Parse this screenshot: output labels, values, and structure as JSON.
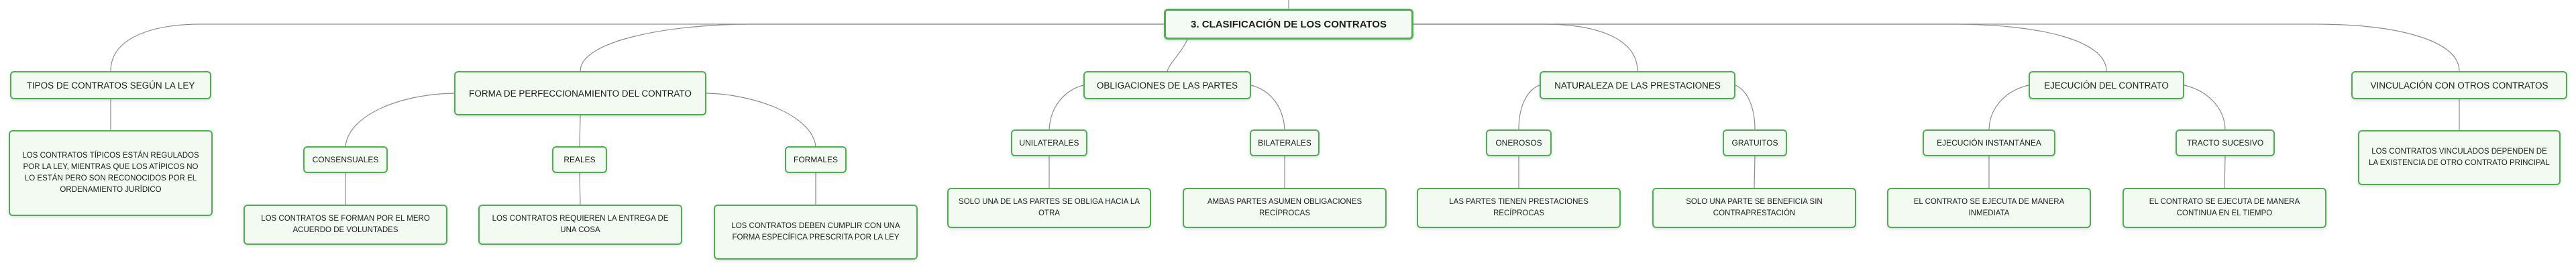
{
  "diagram": {
    "root": "3. CLASIFICACIÓN DE LOS CONTRATOS",
    "branches": [
      {
        "label": "TIPOS DE CONTRATOS SEGÚN LA LEY",
        "leaf": "LOS CONTRATOS TÍPICOS ESTÁN REGULADOS POR LA LEY, MIENTRAS QUE LOS ATÍPICOS NO LO ESTÁN PERO SON RECONOCIDOS POR EL ORDENAMIENTO JURÍDICO"
      },
      {
        "label": "FORMA DE PERFECCIONAMIENTO DEL CONTRATO",
        "children": [
          {
            "label": "CONSENSUALES",
            "leaf": "LOS CONTRATOS SE FORMAN POR EL MERO ACUERDO DE VOLUNTADES"
          },
          {
            "label": "REALES",
            "leaf": "LOS CONTRATOS REQUIEREN LA ENTREGA DE UNA COSA"
          },
          {
            "label": "FORMALES",
            "leaf": "LOS CONTRATOS DEBEN CUMPLIR CON UNA FORMA ESPECÍFICA PRESCRITA POR LA LEY"
          }
        ]
      },
      {
        "label": "OBLIGACIONES DE LAS PARTES",
        "children": [
          {
            "label": "UNILATERALES",
            "leaf": "SOLO UNA DE LAS PARTES SE OBLIGA HACIA LA OTRA"
          },
          {
            "label": "BILATERALES",
            "leaf": "AMBAS PARTES ASUMEN OBLIGACIONES RECÍPROCAS"
          }
        ]
      },
      {
        "label": "NATURALEZA DE LAS PRESTACIONES",
        "children": [
          {
            "label": "ONEROSOS",
            "leaf": "LAS PARTES TIENEN PRESTACIONES RECÍPROCAS"
          },
          {
            "label": "GRATUITOS",
            "leaf": "SOLO UNA PARTE SE BENEFICIA SIN CONTRAPRESTACIÓN"
          }
        ]
      },
      {
        "label": "EJECUCIÓN DEL CONTRATO",
        "children": [
          {
            "label": "EJECUCIÓN INSTANTÁNEA",
            "leaf": "EL CONTRATO SE EJECUTA DE MANERA INMEDIATA"
          },
          {
            "label": "TRACTO SUCESIVO",
            "leaf": "EL CONTRATO SE EJECUTA DE MANERA CONTINUA EN EL TIEMPO"
          }
        ]
      },
      {
        "label": "VINCULACIÓN CON OTROS CONTRATOS",
        "leaf": "LOS CONTRATOS VINCULADOS DEPENDEN DE LA EXISTENCIA DE OTRO CONTRATO PRINCIPAL"
      }
    ]
  },
  "colors": {
    "node_border": "#4caf50",
    "node_fill": "#f2faf2",
    "connector": "#8c8c8c",
    "text": "#1e1e1e"
  }
}
